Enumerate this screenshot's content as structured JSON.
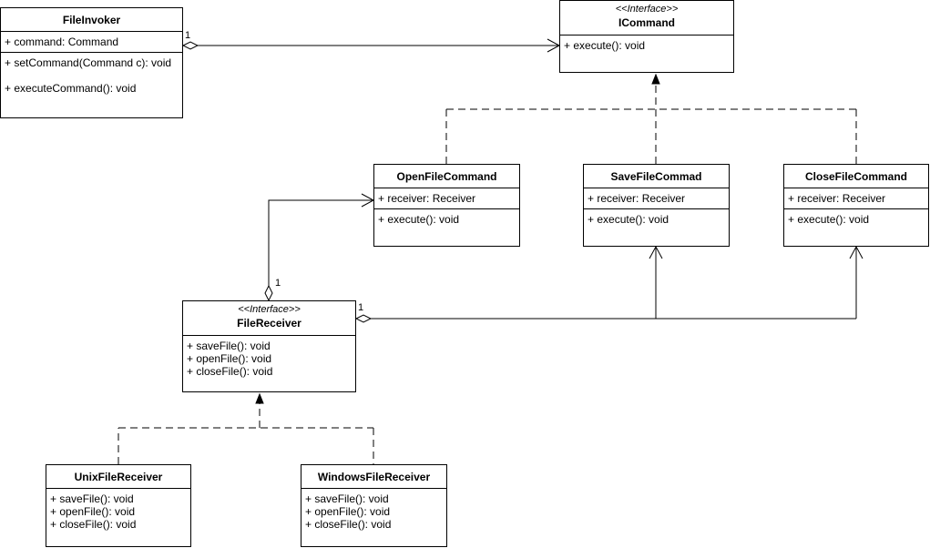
{
  "diagram": {
    "classes": {
      "file_invoker": {
        "name": "FileInvoker",
        "attributes": [
          "+ command: Command"
        ],
        "methods": [
          "+ setCommand(Command c): void",
          "+ executeCommand(): void"
        ]
      },
      "icommand": {
        "stereotype": "<<Interface>>",
        "name": "ICommand",
        "methods": [
          "+ execute(): void"
        ]
      },
      "open_file_command": {
        "name": "OpenFileCommand",
        "attributes": [
          "+ receiver: Receiver"
        ],
        "methods": [
          "+ execute(): void"
        ]
      },
      "save_file_commad": {
        "name": "SaveFileCommad",
        "attributes": [
          "+ receiver: Receiver"
        ],
        "methods": [
          "+ execute(): void"
        ]
      },
      "close_file_command": {
        "name": "CloseFileCommand",
        "attributes": [
          "+ receiver: Receiver"
        ],
        "methods": [
          "+ execute(): void"
        ]
      },
      "file_receiver": {
        "stereotype": "<<Interface>>",
        "name": "FileReceiver",
        "methods": [
          "+ saveFile(): void",
          "+ openFile(): void",
          "+ closeFile(): void"
        ]
      },
      "unix_file_receiver": {
        "name": "UnixFileReceiver",
        "methods": [
          "+ saveFile(): void",
          "+ openFile(): void",
          "+ closeFile(): void"
        ]
      },
      "windows_file_receiver": {
        "name": "WindowsFileReceiver",
        "methods": [
          "+ saveFile(): void",
          "+ openFile(): void",
          "+ closeFile(): void"
        ]
      }
    },
    "multiplicities": {
      "invoker_command": "1",
      "receiver_open": "1",
      "receiver_commands": "1"
    }
  }
}
